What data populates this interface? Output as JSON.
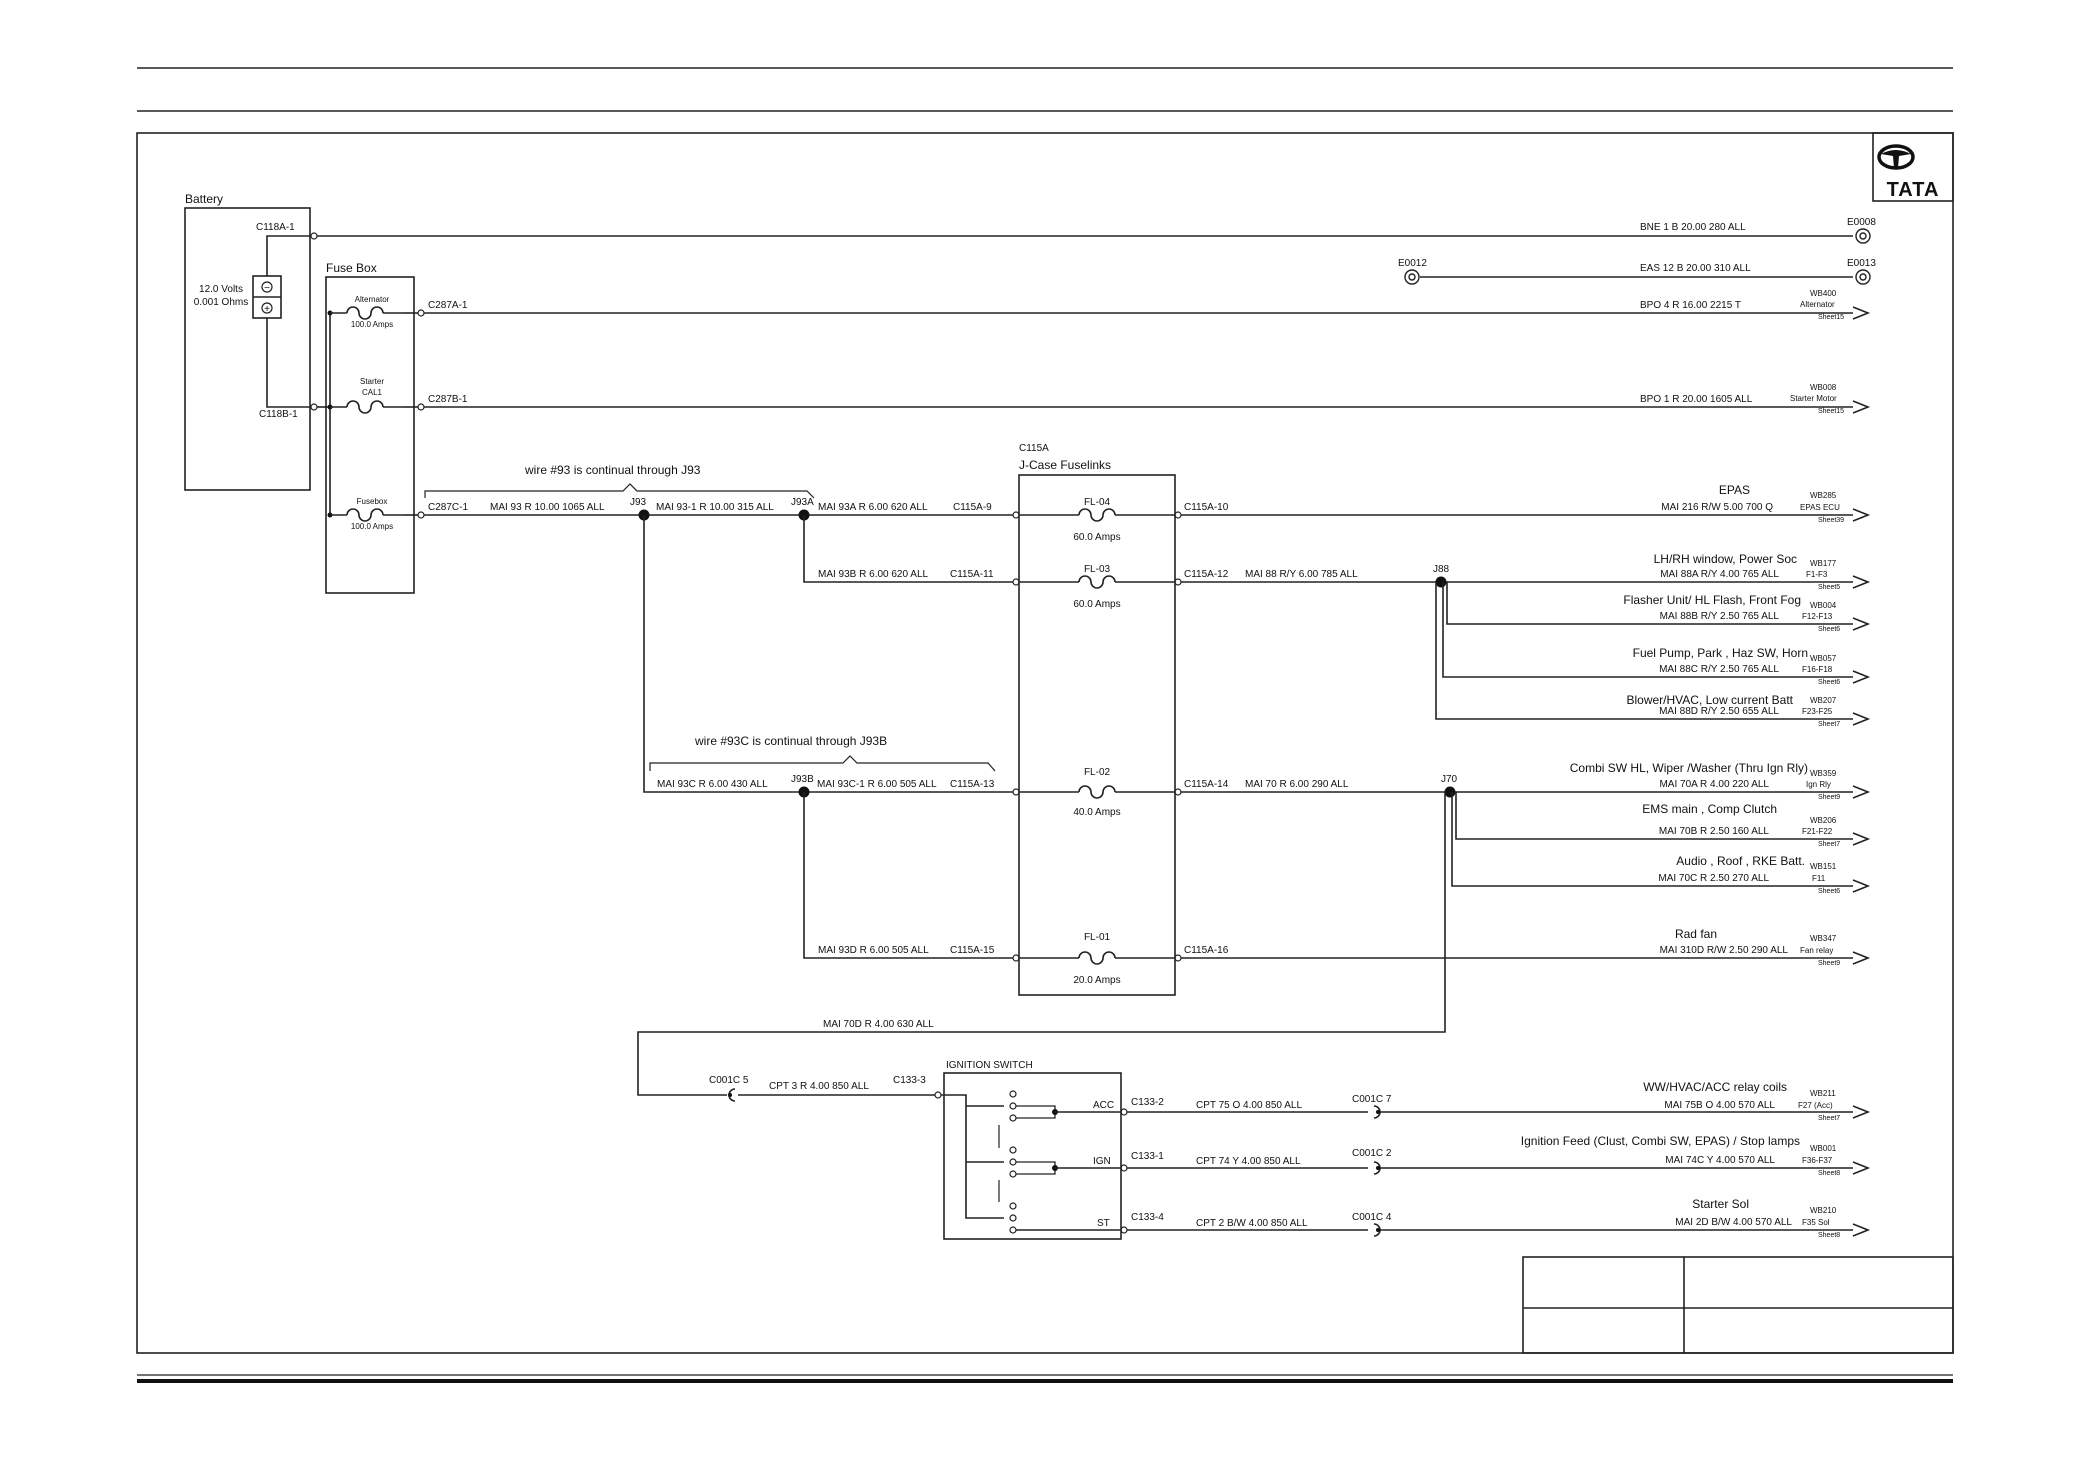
{
  "logo": {
    "text": "TATA"
  },
  "battery": {
    "title": "Battery",
    "volts": "12.0 Volts",
    "ohms": "0.001 Ohms",
    "c1": "C118A-1",
    "c2": "C118B-1",
    "minus": "−",
    "plus": "+"
  },
  "fusebox": {
    "title": "Fuse Box",
    "fuses": [
      {
        "name": "Alternator",
        "rating": "100.0 Amps",
        "conn": "C287A-1"
      },
      {
        "name": "Starter",
        "name2": "CAL1",
        "rating": "",
        "conn": "C287B-1"
      },
      {
        "name": "Fusebox",
        "rating": "100.0 Amps",
        "conn": "C287C-1"
      }
    ]
  },
  "grounds": {
    "e0008": {
      "wire": "BNE 1 B 20.00 280 ALL",
      "label": "E0008"
    },
    "e0013": {
      "wire": "EAS 12 B 20.00 310 ALL",
      "label": "E0013",
      "left": "E0012"
    }
  },
  "top_outputs": [
    {
      "wire": "BPO 4 R 16.00 2215 T",
      "code": "WB400",
      "name": "Alternator",
      "sheet": "Sheet15"
    },
    {
      "wire": "BPO 1 R 20.00 1605 ALL",
      "code": "WB008",
      "name": "Starter Motor",
      "sheet": "Sheet15"
    }
  ],
  "jcase": {
    "code": "C115A",
    "title": "J-Case Fuselinks",
    "fuses": [
      {
        "name": "FL-04",
        "rating": "60.0 Amps",
        "in": "C115A-9",
        "out": "C115A-10"
      },
      {
        "name": "FL-03",
        "rating": "60.0 Amps",
        "in": "C115A-11",
        "out": "C115A-12"
      },
      {
        "name": "FL-02",
        "rating": "40.0 Amps",
        "in": "C115A-13",
        "out": "C115A-14"
      },
      {
        "name": "FL-01",
        "rating": "20.0 Amps",
        "in": "C115A-15",
        "out": "C115A-16"
      }
    ]
  },
  "notes": {
    "n93": "wire #93 is continual through J93",
    "n93c": "wire #93C is continual through J93B"
  },
  "wires": {
    "w93": "MAI  93 R 10.00  1065 ALL",
    "w931": "MAI 93-1 R 10.00  315 ALL",
    "w93a": "MAI  93A R 6.00  620 ALL",
    "w93b": "MAI  93B R 6.00  620 ALL",
    "w93c": "MAI  93C R 6.00  430 ALL",
    "w93c1": "MAI 93C-1 R 6.00  505 ALL",
    "w93d": "MAI  93D R 6.00  505 ALL",
    "w88": "MAI  88 R/Y 6.00  785 ALL",
    "w70": "MAI  70 R 6.00  290 ALL",
    "w70d": "MAI  70D R 4.00  630 ALL",
    "wcpt3": "CPT  3 R 4.00  850 ALL"
  },
  "junctions": {
    "j93": "J93",
    "j93a": "J93A",
    "j93b": "J93B",
    "j88": "J88",
    "j70": "J70"
  },
  "outputs": [
    {
      "title": "EPAS",
      "wire": "MAI  216 R/W 5.00  700 Q",
      "code": "WB285",
      "name": "EPAS ECU",
      "sheet": "Sheet39"
    },
    {
      "title": "LH/RH window, Power Soc",
      "wire": "MAI  88A R/Y 4.00  765 ALL",
      "code": "WB177",
      "name": "F1-F3",
      "sheet": "Sheet5"
    },
    {
      "title": "Flasher Unit/ HL Flash, Front Fog",
      "wire": "MAI  88B R/Y 2.50  765 ALL",
      "code": "WB004",
      "name": "F12-F13",
      "sheet": "Sheet6"
    },
    {
      "title": "Fuel Pump, Park , Haz SW, Horn",
      "wire": "MAI  88C R/Y 2.50  765 ALL",
      "code": "WB057",
      "name": "F16-F18",
      "sheet": "Sheet6"
    },
    {
      "title": "Blower/HVAC, Low current Batt",
      "wire": "MAI  88D R/Y 2.50  655 ALL",
      "code": "WB207",
      "name": "F23-F25",
      "sheet": "Sheet7"
    },
    {
      "title": "Combi SW HL, Wiper /Washer (Thru Ign Rly)",
      "wire": "MAI  70A R 4.00  220 ALL",
      "code": "WB359",
      "name": "Ign Rly",
      "sheet": "Sheet9"
    },
    {
      "title": "EMS main , Comp Clutch",
      "wire": "MAI  70B R 2.50  160 ALL",
      "code": "WB206",
      "name": "F21-F22",
      "sheet": "Sheet7"
    },
    {
      "title": "Audio , Roof , RKE Batt.",
      "wire": "MAI  70C R 2.50  270 ALL",
      "code": "WB151",
      "name": "F11",
      "sheet": "Sheet6"
    },
    {
      "title": "Rad fan",
      "wire": "MAI  310D R/W 2.50  290 ALL",
      "code": "WB347",
      "name": "Fan relay",
      "sheet": "Sheet9"
    }
  ],
  "ignition": {
    "title": "IGNITION SWITCH",
    "in_conn": "C133-3",
    "c001c5": "C001C  5",
    "positions": [
      {
        "label": "ACC",
        "conn": "C133-2",
        "wire": "CPT    75 O 4.00  850 ALL",
        "c001": "C001C  7",
        "title": "WW/HVAC/ACC relay coils",
        "out": "MAI  75B O 4.00  570 ALL",
        "code": "WB211",
        "name": "F27 (Acc)",
        "sheet": "Sheet7"
      },
      {
        "label": "IGN",
        "conn": "C133-1",
        "wire": "CPT    74 Y 4.00  850 ALL",
        "c001": "C001C  2",
        "title": "Ignition Feed (Clust, Combi SW, EPAS) / Stop lamps",
        "out": "MAI  74C Y 4.00  570 ALL",
        "code": "WB001",
        "name": "F36-F37",
        "sheet": "Sheet8"
      },
      {
        "label": "ST",
        "conn": "C133-4",
        "wire": "CPT    2 B/W 4.00  850 ALL",
        "c001": "C001C  4",
        "title": "Starter Sol",
        "out": "MAI  2D B/W 4.00  570 ALL",
        "code": "WB210",
        "name": "F35 Sol",
        "sheet": "Sheet8"
      }
    ]
  }
}
